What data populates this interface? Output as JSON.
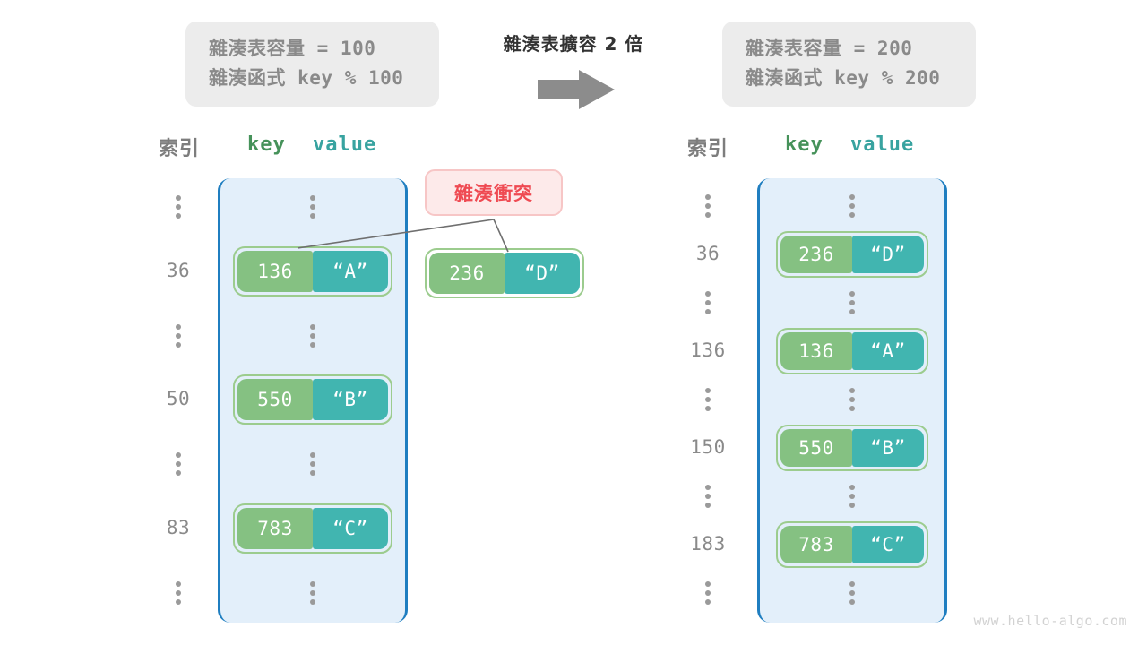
{
  "before_panel": {
    "capacity_line": "雜湊表容量 = 100",
    "hash_fn_line": "雜湊函式 key % 100"
  },
  "after_panel": {
    "capacity_line": "雜湊表容量 = 200",
    "hash_fn_line": "雜湊函式 key % 200"
  },
  "center": {
    "caption": "雜湊表擴容 2 倍",
    "arrow_icon": "arrow-right-icon"
  },
  "headers": {
    "index": "索引",
    "key": "key",
    "value": "value"
  },
  "collision": {
    "label": "雜湊衝突"
  },
  "left_table": {
    "rows": [
      {
        "index": "⋮",
        "kind": "ellipsis"
      },
      {
        "index": "36",
        "kind": "entry",
        "key": "136",
        "value": "“A”"
      },
      {
        "index": "⋮",
        "kind": "ellipsis"
      },
      {
        "index": "50",
        "kind": "entry",
        "key": "550",
        "value": "“B”"
      },
      {
        "index": "⋮",
        "kind": "ellipsis"
      },
      {
        "index": "83",
        "kind": "entry",
        "key": "783",
        "value": "“C”"
      },
      {
        "index": "⋮",
        "kind": "ellipsis"
      }
    ]
  },
  "overflow_entry": {
    "key": "236",
    "value": "“D”"
  },
  "right_table": {
    "rows": [
      {
        "index": "⋮",
        "kind": "ellipsis"
      },
      {
        "index": "36",
        "kind": "entry",
        "key": "236",
        "value": "“D”"
      },
      {
        "index": "⋮",
        "kind": "ellipsis"
      },
      {
        "index": "136",
        "kind": "entry",
        "key": "136",
        "value": "“A”"
      },
      {
        "index": "⋮",
        "kind": "ellipsis"
      },
      {
        "index": "150",
        "kind": "entry",
        "key": "550",
        "value": "“B”"
      },
      {
        "index": "⋮",
        "kind": "ellipsis"
      },
      {
        "index": "183",
        "kind": "entry",
        "key": "783",
        "value": "“C”"
      },
      {
        "index": "⋮",
        "kind": "ellipsis"
      }
    ]
  },
  "watermark": {
    "text": "www.hello-algo.com"
  },
  "colors": {
    "table_bg": "#e3effa",
    "table_border": "#1f7ec0",
    "key_cell": "#85c182",
    "value_cell": "#41b5b0",
    "pair_border": "#9ccc8e",
    "collision_bg": "#fdeaea",
    "collision_text": "#ef4a52",
    "info_bg": "#ececec",
    "muted_text": "#8a8a8a"
  }
}
